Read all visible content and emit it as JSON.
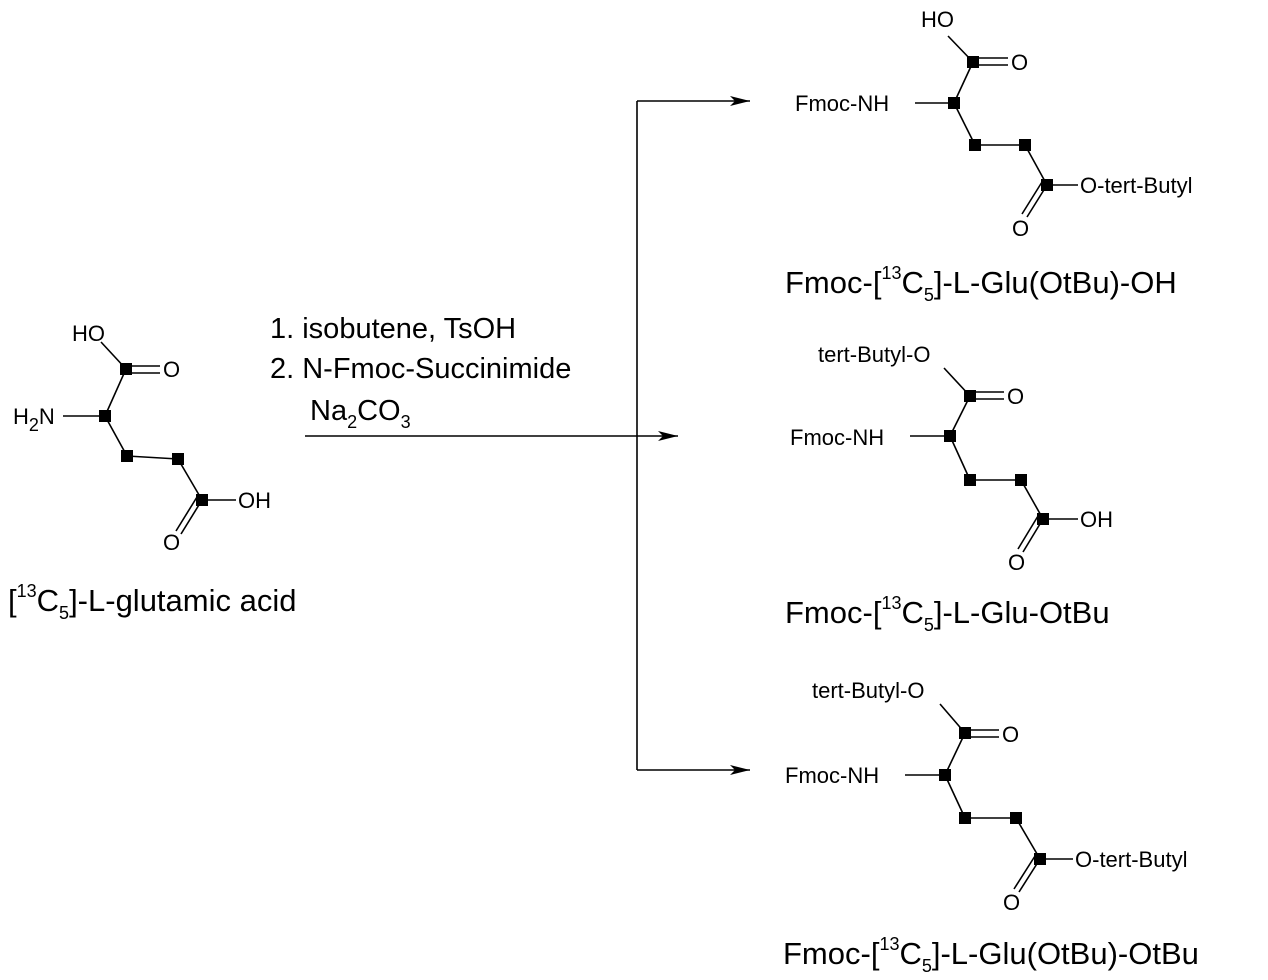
{
  "starting_material": {
    "atoms": {
      "ho": "HO",
      "o_carbonyl": "O",
      "h": "H",
      "h_sub": "2",
      "n": "N",
      "oh": "OH",
      "o_bottom": "O"
    },
    "name": {
      "open": "[",
      "isotope": "13",
      "elem": "C",
      "count": "5",
      "rest": "]-L-glutamic acid"
    }
  },
  "conditions": {
    "step1": "1. isobutene, TsOH",
    "step2": "2. N-Fmoc-Succinimide",
    "reagent_main": "Na",
    "reagent_sub1": "2",
    "reagent_co": "CO",
    "reagent_sub2": "3"
  },
  "products": [
    {
      "atoms": {
        "top": "HO",
        "o_carbonyl": "O",
        "amine": "Fmoc-NH",
        "side": "O-tert-Butyl",
        "o_bottom": "O"
      },
      "name": {
        "pre": "Fmoc-[",
        "isotope": "13",
        "elem": "C",
        "count": "5",
        "rest": "]-L-Glu(OtBu)-OH"
      }
    },
    {
      "atoms": {
        "top": "tert-Butyl-O",
        "o_carbonyl": "O",
        "amine": "Fmoc-NH",
        "side": "OH",
        "o_bottom": "O"
      },
      "name": {
        "pre": "Fmoc-[",
        "isotope": "13",
        "elem": "C",
        "count": "5",
        "rest": "]-L-Glu-OtBu"
      }
    },
    {
      "atoms": {
        "top": "tert-Butyl-O",
        "o_carbonyl": "O",
        "amine": "Fmoc-NH",
        "side": "O-tert-Butyl",
        "o_bottom": "O"
      },
      "name": {
        "pre": "Fmoc-[",
        "isotope": "13",
        "elem": "C",
        "count": "5",
        "rest": "]-L-Glu(OtBu)-OtBu"
      }
    }
  ]
}
